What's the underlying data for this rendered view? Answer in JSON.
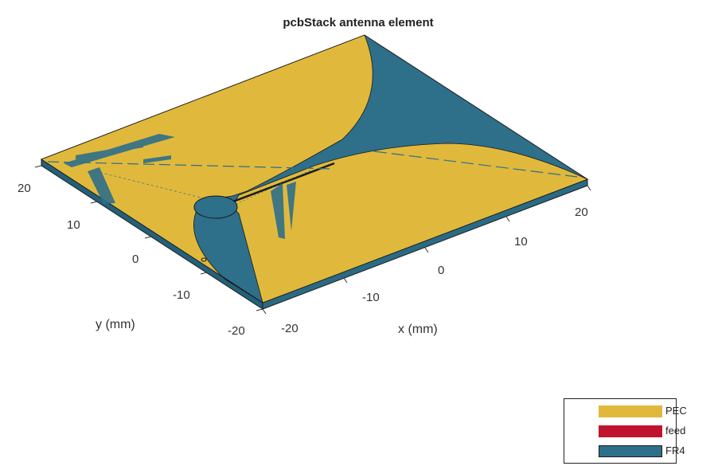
{
  "title": "pcbStack antenna element",
  "x_axis": {
    "label": "x (mm)",
    "ticks": [
      "-20",
      "-10",
      "0",
      "10",
      "20"
    ]
  },
  "y_axis": {
    "label": "y (mm)",
    "ticks": [
      "-20",
      "-10",
      "0",
      "10",
      "20"
    ]
  },
  "legend": {
    "items": [
      {
        "label": "PEC",
        "color": "#E0B93C"
      },
      {
        "label": "feed",
        "color": "#C0142E"
      },
      {
        "label": "FR4",
        "color": "#2E6F8A"
      }
    ]
  },
  "colors": {
    "pec": "#E0B93C",
    "fr4": "#2E6F8A",
    "fr4_side": "#24607A",
    "edge": "#1a1a1a"
  }
}
